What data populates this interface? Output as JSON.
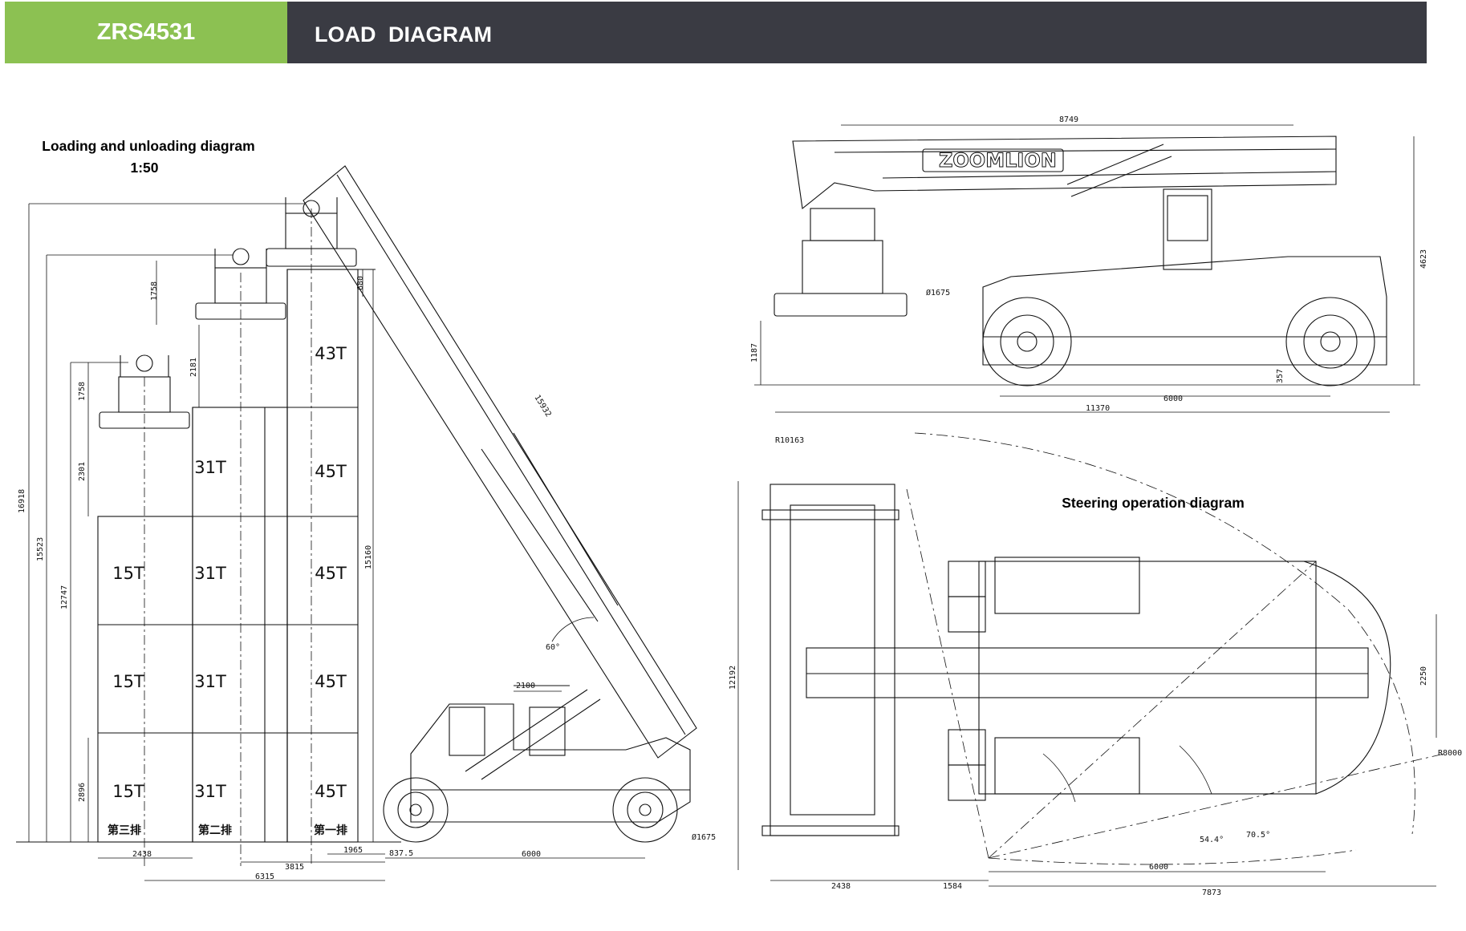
{
  "header": {
    "model": "ZRS4531",
    "title": "LOAD DIAGRAM",
    "colors": {
      "model_bg": "#8cc152",
      "title_bg": "#3a3b43",
      "text": "#ffffff"
    }
  },
  "loading_view": {
    "title": "Loading and unloading diagram",
    "scale": "1:50",
    "heights": [
      "16918",
      "15523",
      "12747",
      "1758",
      "2181",
      "1758",
      "680",
      "2301",
      "2896",
      "15160"
    ],
    "boom_length": "15932",
    "angle": "60°",
    "cab_dim": "2100",
    "row_labels": [
      "第三排",
      "第二排",
      "第一排"
    ],
    "rows": [
      [
        "",
        "",
        "43T"
      ],
      [
        "",
        "31T",
        "45T"
      ],
      [
        "15T",
        "31T",
        "45T"
      ],
      [
        "15T",
        "31T",
        "45T"
      ],
      [
        "15T",
        "31T",
        "45T"
      ]
    ],
    "bottom_dims": [
      "2438",
      "3815",
      "1965",
      "837.5",
      "6000",
      "6315"
    ],
    "wheel_dia": "Ø1675"
  },
  "side_view": {
    "brand": "ZOOMLION",
    "length_top": "8749",
    "height": "4623",
    "wheel_dia": "Ø1675",
    "ground_clear_left": "1187",
    "ground_clear_right": "357",
    "wheelbase": "6000",
    "overall": "11370"
  },
  "steering_view": {
    "title": "Steering operation diagram",
    "radius_outer": "R10163",
    "width": "12192",
    "track": "2250",
    "radius_inner": "R8000",
    "angle_1": "54.4°",
    "angle_2": "70.5°",
    "bottom_dims": [
      "2438",
      "1584",
      "6000",
      "7873"
    ]
  }
}
